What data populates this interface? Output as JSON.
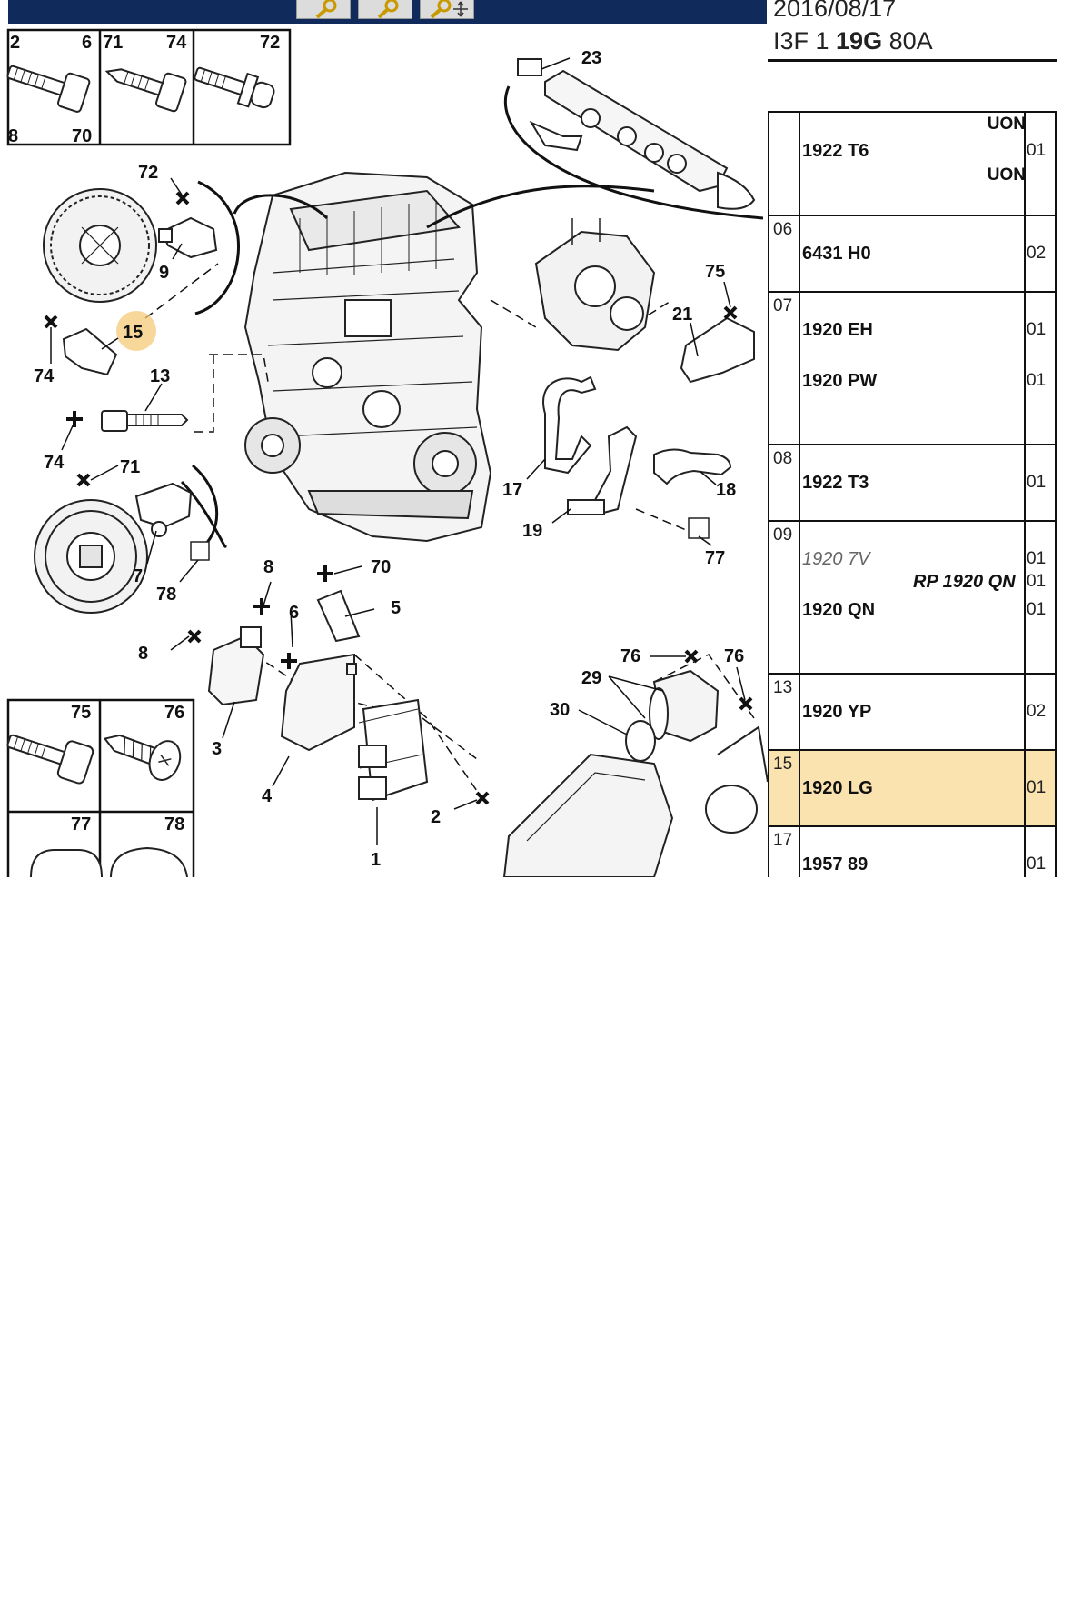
{
  "toolbar": {
    "buttons": [
      {
        "name": "zoom-in-icon"
      },
      {
        "name": "zoom-out-icon"
      },
      {
        "name": "pan-zoom-icon"
      }
    ]
  },
  "diagram": {
    "fastener_boxes_top": [
      "2",
      "6",
      "71",
      "74",
      "72",
      "8",
      "70"
    ],
    "fastener_boxes_bottom": [
      "75",
      "76",
      "77",
      "78"
    ],
    "callouts": [
      "23",
      "72",
      "9",
      "15",
      "74",
      "13",
      "74",
      "71",
      "7",
      "78",
      "8",
      "8",
      "6",
      "70",
      "5",
      "3",
      "4",
      "2",
      "1",
      "75",
      "21",
      "17",
      "18",
      "19",
      "77",
      "76",
      "76",
      "29",
      "30"
    ],
    "highlighted_callout": "15"
  },
  "panel": {
    "date": "2016/08/17",
    "code_prefix": "I3F 1 ",
    "code_bold": "19G",
    "code_suffix": " 80A",
    "rows": [
      {
        "ref": "",
        "parts": [
          {
            "pn": "1922 T6",
            "qty": "01"
          }
        ],
        "uon": [
          "UON",
          "UON"
        ]
      },
      {
        "ref": "06",
        "parts": [
          {
            "pn": "6431 H0",
            "qty": "02"
          }
        ]
      },
      {
        "ref": "07",
        "parts": [
          {
            "pn": "1920 EH",
            "qty": "01"
          },
          {
            "pn": "1920 PW",
            "qty": "01"
          }
        ]
      },
      {
        "ref": "08",
        "parts": [
          {
            "pn": "1922 T3",
            "qty": "01"
          }
        ]
      },
      {
        "ref": "09",
        "parts": [
          {
            "pn": "1920 7V",
            "qty": "01"
          },
          {
            "pn": "RP 1920 QN",
            "qty": "01"
          },
          {
            "pn": "1920 QN",
            "qty": "01"
          }
        ]
      },
      {
        "ref": "13",
        "parts": [
          {
            "pn": "1920 YP",
            "qty": "02"
          }
        ]
      },
      {
        "ref": "15",
        "parts": [
          {
            "pn": "1920 LG",
            "qty": "01"
          }
        ],
        "selected": true
      },
      {
        "ref": "17",
        "parts": [
          {
            "pn": "1957 89",
            "qty": "01"
          }
        ]
      }
    ]
  },
  "colors": {
    "toolbar": "#102a5c",
    "highlight": "#fbe3b0",
    "callout_highlight": "#f5c97a"
  }
}
